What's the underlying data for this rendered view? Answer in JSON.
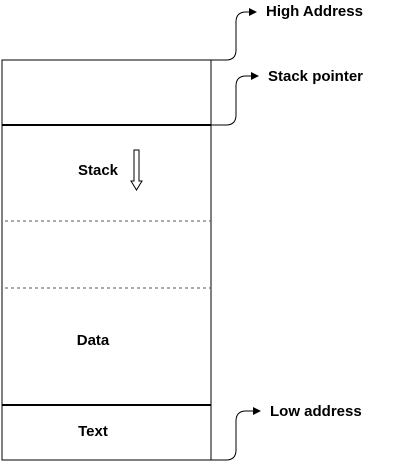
{
  "diagram": {
    "title_high": "High Address",
    "title_stack_pointer": "Stack pointer",
    "title_low": "Low address",
    "segments": {
      "stack": "Stack",
      "data": "Data",
      "text": "Text"
    },
    "stack_growth": "down",
    "colors": {
      "line": "#000000",
      "dashed": "#555555",
      "background": "#ffffff"
    }
  }
}
